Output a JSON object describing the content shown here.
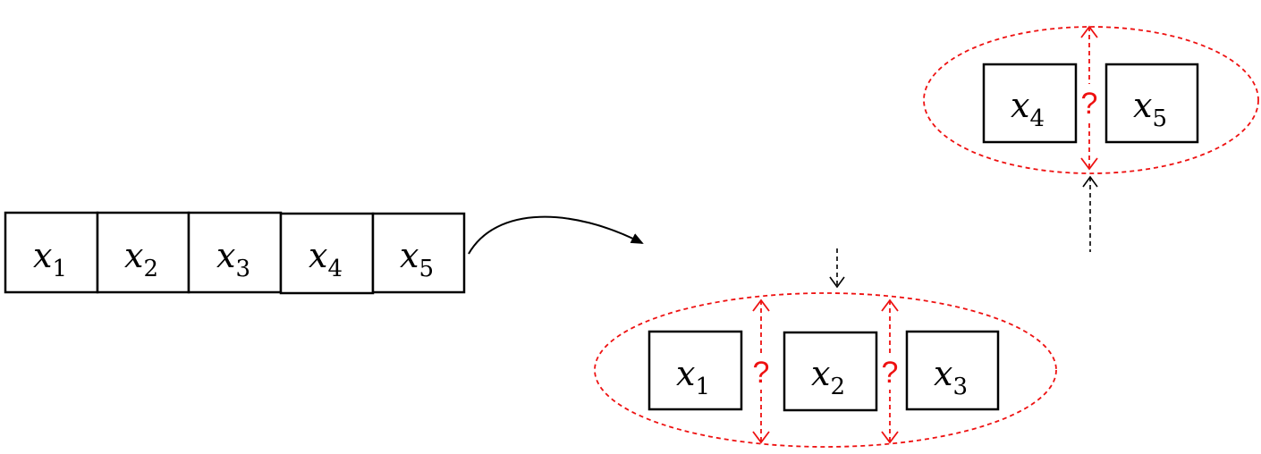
{
  "sequence": {
    "items": [
      {
        "base": "x",
        "sub": "1"
      },
      {
        "base": "x",
        "sub": "2"
      },
      {
        "base": "x",
        "sub": "3"
      },
      {
        "base": "x",
        "sub": "4"
      },
      {
        "base": "x",
        "sub": "5"
      }
    ]
  },
  "group_a": {
    "items": [
      {
        "base": "x",
        "sub": "1"
      },
      {
        "base": "x",
        "sub": "2"
      },
      {
        "base": "x",
        "sub": "3"
      }
    ],
    "gap_marks": [
      "?",
      "?"
    ]
  },
  "group_b": {
    "items": [
      {
        "base": "x",
        "sub": "4"
      },
      {
        "base": "x",
        "sub": "5"
      }
    ],
    "gap_marks": [
      "?"
    ]
  },
  "colors": {
    "accent": "#ee1111",
    "stroke": "#000000"
  }
}
